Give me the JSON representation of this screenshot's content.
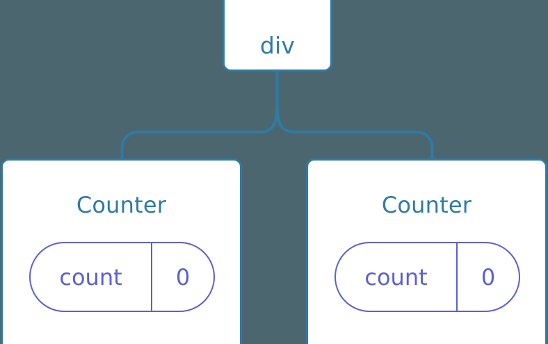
{
  "diagram": {
    "type": "component-tree",
    "background_color": "#4c6670",
    "node_border_color": "#2e7ba6",
    "node_fill_color": "#ffffff",
    "title_text_color": "#2e7ba6",
    "state_accent_color": "#5b5fd4",
    "connector_color": "#2e7ba6",
    "root": {
      "label": "div"
    },
    "children": [
      {
        "label": "Counter",
        "state": {
          "key": "count",
          "value": "0"
        }
      },
      {
        "label": "Counter",
        "state": {
          "key": "count",
          "value": "0"
        }
      }
    ]
  }
}
